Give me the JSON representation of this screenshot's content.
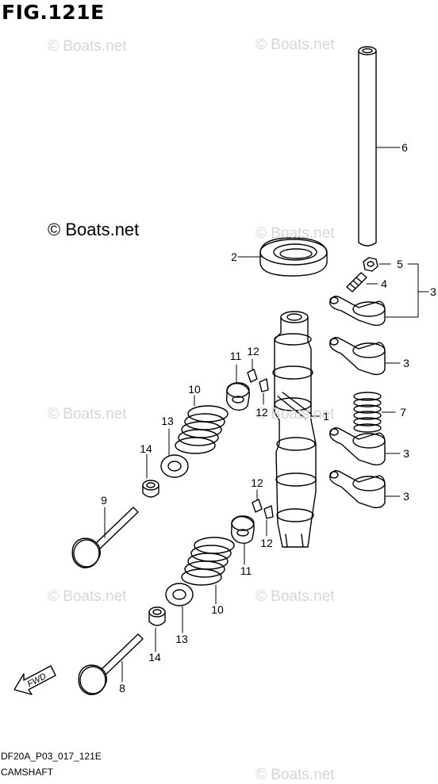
{
  "figure": {
    "title": "FIG.121E",
    "copyright": "© Boats.net",
    "watermark": "© Boats.net",
    "code": "DF20A_P03_017_121E",
    "subtitle": "CAMSHAFT"
  },
  "callouts": {
    "c6": "6",
    "c2": "2",
    "c5": "5",
    "c4": "4",
    "c3": "3",
    "c3b": "3",
    "c3c": "3",
    "c3d": "3",
    "c7": "7",
    "c1": "1",
    "c11a": "11",
    "c12a": "12",
    "c12b": "12",
    "c10a": "10",
    "c13a": "13",
    "c14a": "14",
    "c9": "9",
    "c12c": "12",
    "c12d": "12",
    "c11b": "11",
    "c10b": "10",
    "c13b": "13",
    "c14b": "14",
    "c8": "8"
  },
  "fwd_label": "FWD"
}
